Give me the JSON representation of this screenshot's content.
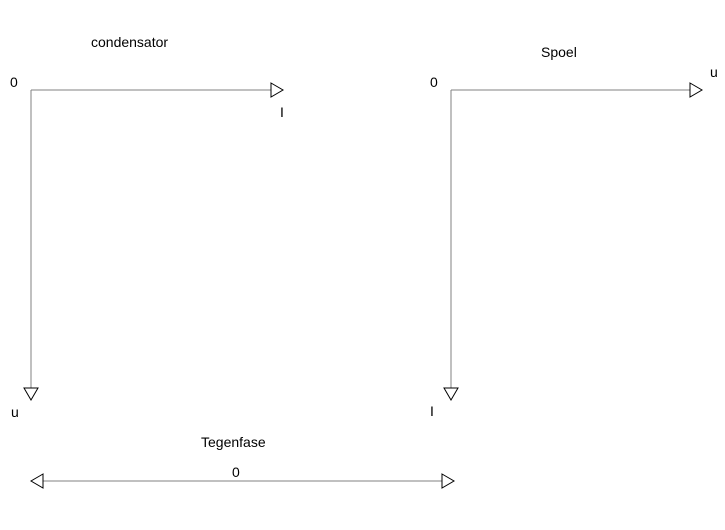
{
  "colors": {
    "line": "#808080",
    "arrow_stroke": "#000000",
    "text": "#000000",
    "background": "#ffffff"
  },
  "capacitor": {
    "title": "condensator",
    "origin_label": "0",
    "horizontal_axis_label": "I",
    "vertical_axis_label": "u"
  },
  "inductor": {
    "title": "Spoel",
    "origin_label": "0",
    "horizontal_axis_label": "u",
    "vertical_axis_label": "I"
  },
  "antiphase": {
    "title": "Tegenfase",
    "center_label": "0"
  }
}
